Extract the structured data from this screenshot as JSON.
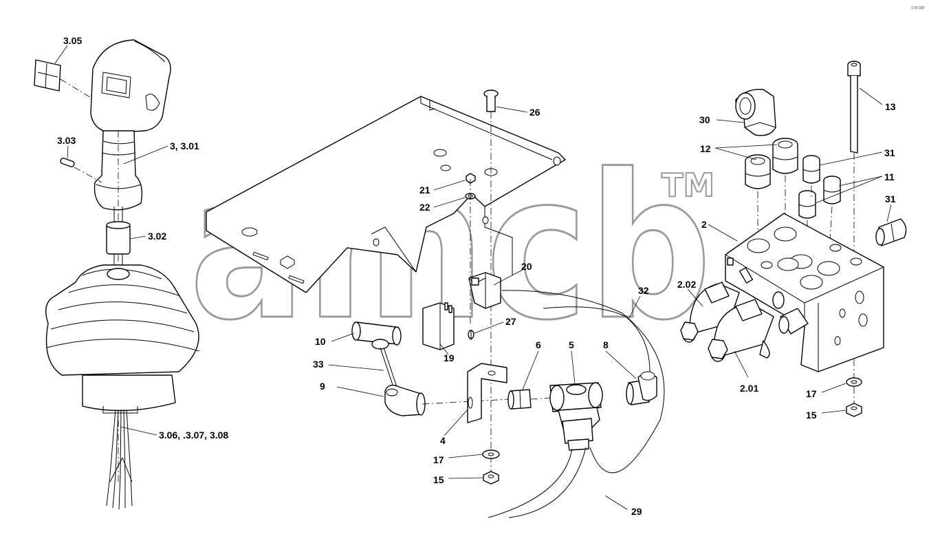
{
  "page": {
    "corner_code": "1 00 000"
  },
  "watermark": {
    "text": "amcb",
    "tm": "TM"
  },
  "labels": {
    "l3_05": "3.05",
    "l3_03": "3.03",
    "l3_301": "3, 3.01",
    "l3_02": "3.02",
    "l3_06": "3.06, .3.07, 3.08",
    "l26": "26",
    "l21": "21",
    "l22": "22",
    "l20": "20",
    "l27": "27",
    "l19": "19",
    "l10": "10",
    "l33": "33",
    "l9": "9",
    "l4": "4",
    "l17a": "17",
    "l15a": "15",
    "l6": "6",
    "l5": "5",
    "l8": "8",
    "l32": "32",
    "l29": "29",
    "l13": "13",
    "l30": "30",
    "l12": "12",
    "l31a": "31",
    "l11": "11",
    "l31b": "31",
    "l2": "2",
    "l2_02": "2.02",
    "l2_01": "2.01",
    "l17b": "17",
    "l15b": "15"
  }
}
